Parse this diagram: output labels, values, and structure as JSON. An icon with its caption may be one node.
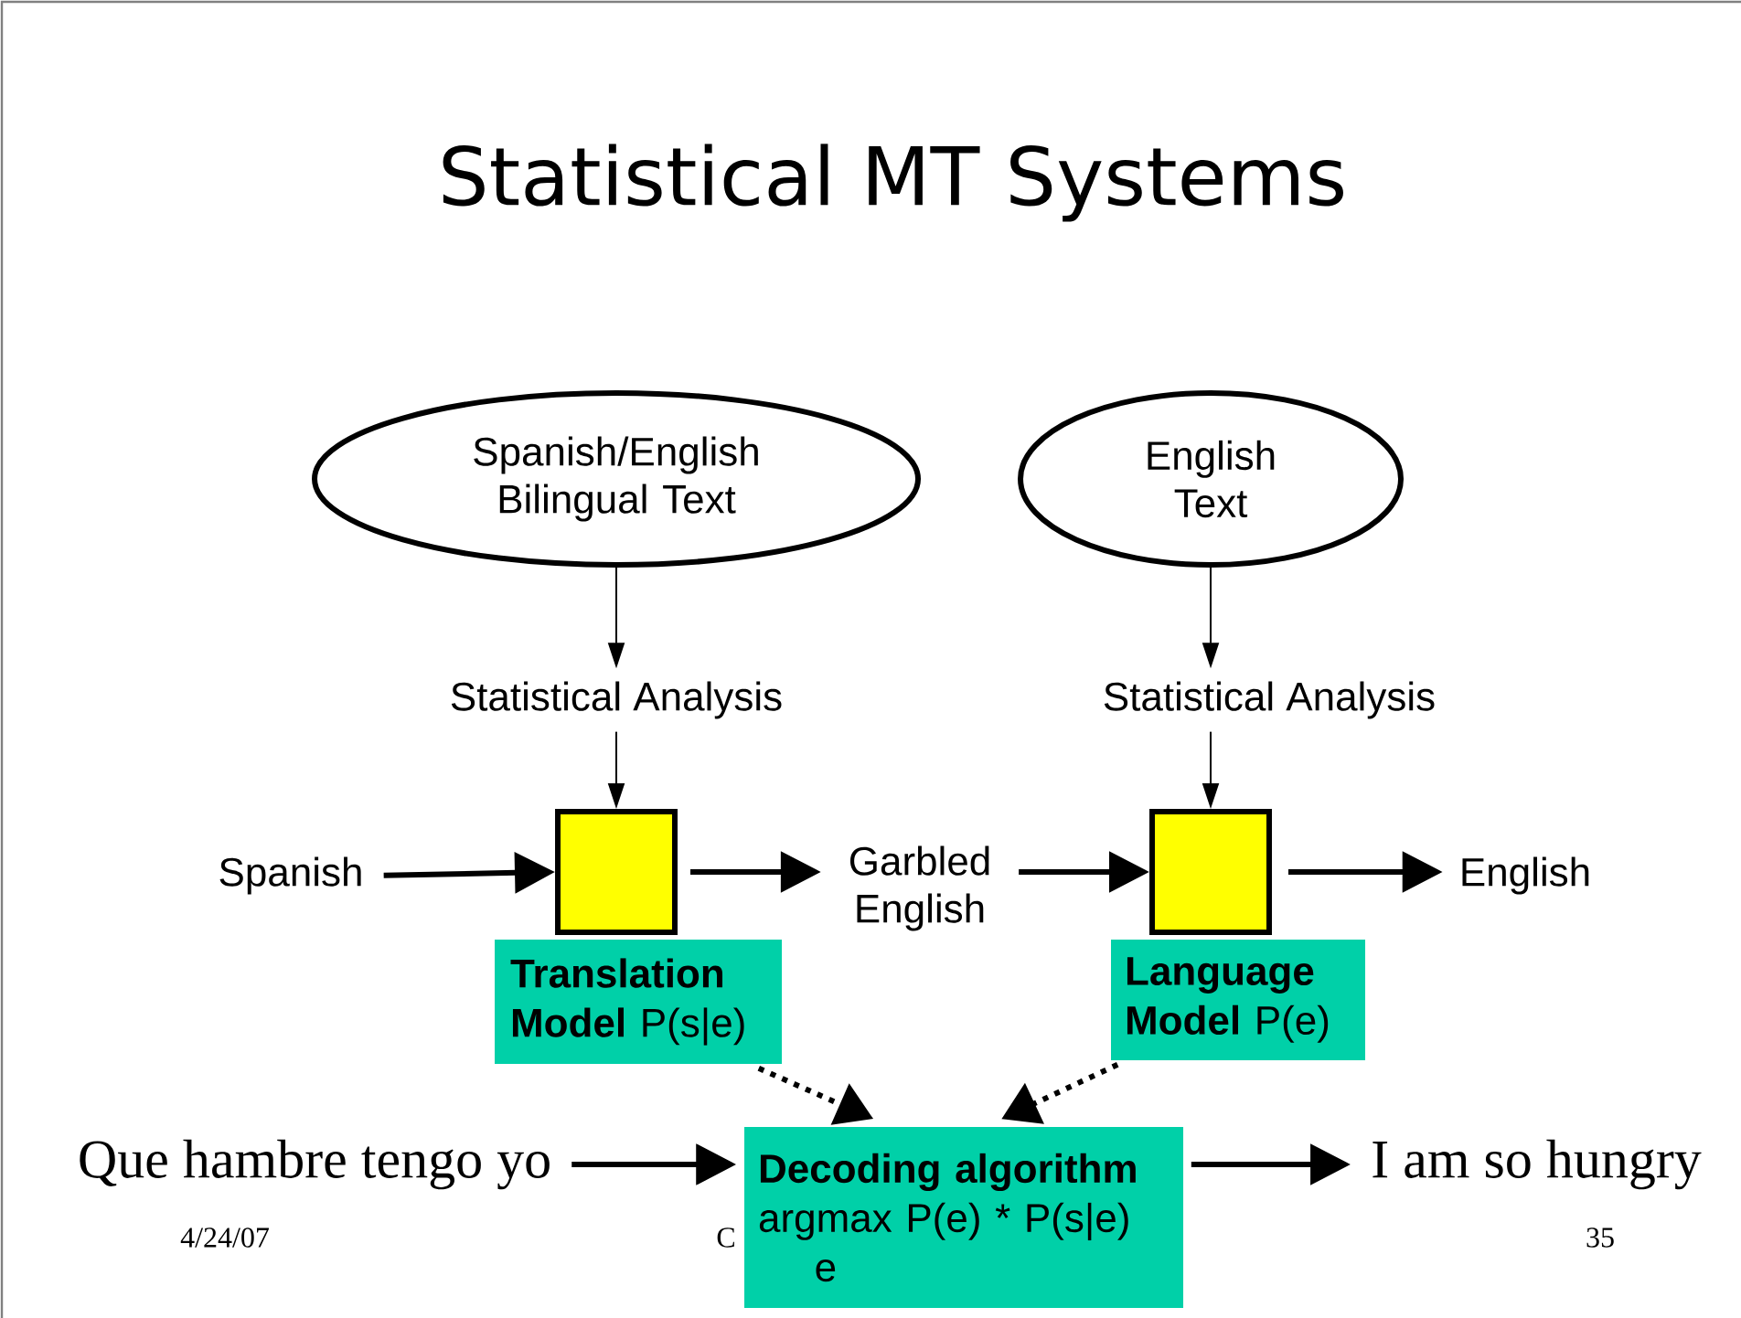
{
  "diagram": {
    "title": "Statistical MT Systems",
    "nodes": [
      {
        "text": [
          "Spanish/English Bilingual Text"
        ]
      },
      {
        "text": [
          "English Text"
        ]
      },
      {
        "text": [
          "Statistical Analysis"
        ]
      },
      {
        "text": [
          "Statistical Analysis"
        ]
      },
      {
        "text": [
          "Spanish"
        ]
      },
      {
        "text": [],
        "shape": "box"
      },
      {
        "text": [
          "Garbled English"
        ]
      },
      {
        "text": [],
        "shape": "box"
      },
      {
        "text": [
          "English"
        ]
      },
      {
        "text": [
          "**Translation Model** P(s|e)"
        ]
      },
      {
        "text": [
          "**Language Model** P(e)"
        ]
      },
      {
        "text": [
          "Que hambre tengo yo"
        ]
      },
      {
        "text": [
          "Decoding algorithm",
          "argmax P(e) * P(s|e)",
          "e"
        ]
      },
      {
        "text": [
          "I am so hungry"
        ]
      }
    ],
    "edges": [
      {
        "from": 0,
        "to": 2,
        "arrow": "to"
      },
      {
        "from": 2,
        "to": 5,
        "arrow": "to"
      },
      {
        "from": 1,
        "to": 3,
        "arrow": "to"
      },
      {
        "from": 3,
        "to": 7,
        "arrow": "to"
      },
      {
        "from": 4,
        "to": 5,
        "arrow": "to"
      },
      {
        "from": 5,
        "to": 6,
        "arrow": "to"
      },
      {
        "from": 6,
        "to": 7,
        "arrow": "to"
      },
      {
        "from": 7,
        "to": 8,
        "arrow": "to"
      },
      {
        "from": 9,
        "to": 12,
        "arrow": "to",
        "style": "dashed"
      },
      {
        "from": 10,
        "to": 12,
        "arrow": "to",
        "style": "dashed"
      },
      {
        "from": 11,
        "to": 12,
        "arrow": "to"
      },
      {
        "from": 12,
        "to": 13,
        "arrow": "to"
      }
    ],
    "labels": [
      "4/24/07",
      "C",
      "35"
    ]
  }
}
